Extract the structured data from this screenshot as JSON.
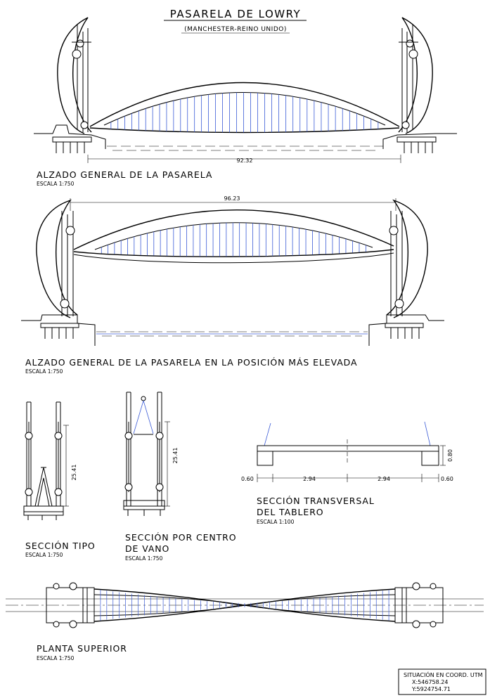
{
  "title": "PASARELA DE LOWRY",
  "subtitle": "(MANCHESTER-REINO UNIDO)",
  "views": {
    "elevation": {
      "label": "ALZADO GENERAL DE LA PASARELA",
      "scale": "ESCALA 1:750",
      "dimension": "92.32"
    },
    "raised": {
      "label": "ALZADO GENERAL DE LA PASARELA EN LA POSICIÓN MÁS ELEVADA",
      "scale": "ESCALA 1:750",
      "dimension": "96.23"
    },
    "typical_section": {
      "label": "SECCIÓN TIPO",
      "scale": "ESCALA 1:750",
      "dimension": "25.41"
    },
    "center_section": {
      "label_line1": "SECCIÓN POR CENTRO",
      "label_line2": "DE VANO",
      "scale": "ESCALA 1:750",
      "dimension": "25.41"
    },
    "deck_section": {
      "label_line1": "SECCIÓN TRANSVERSAL",
      "label_line2": "DEL TABLERO",
      "scale": "ESCALA 1:100",
      "dim_left": "0.60",
      "dim_mid_left": "2.94",
      "dim_mid_right": "2.94",
      "dim_right": "0.60",
      "dim_height": "0.80"
    },
    "plan": {
      "label": "PLANTA SUPERIOR",
      "scale": "ESCALA 1:750"
    }
  },
  "utm": {
    "heading": "SITUACIÓN EN COORD. UTM",
    "x": "X:546758.24",
    "y": "Y:5924754.71"
  },
  "colors": {
    "line": "#000000",
    "hanger": "#3b5bd6",
    "background": "#ffffff"
  }
}
